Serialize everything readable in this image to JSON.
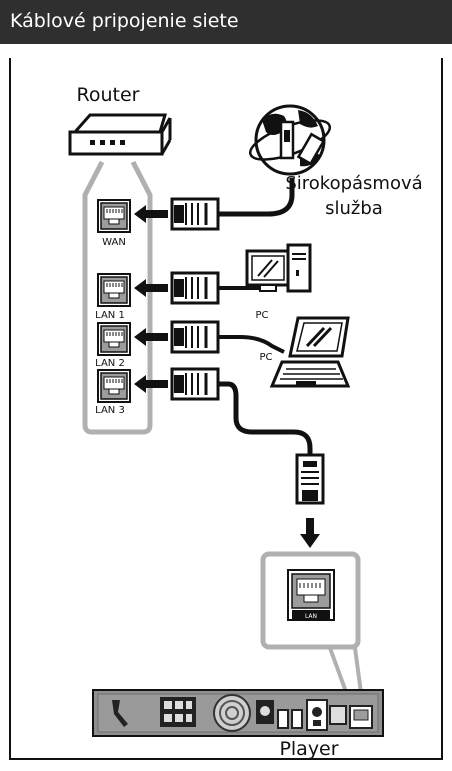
{
  "title": "Káblové pripojenie siete",
  "labels": {
    "router": "Router",
    "broadband_line1": "Širokopásmová",
    "broadband_line2": "služba",
    "wan": "WAN",
    "lan1": "LAN 1",
    "lan2": "LAN 2",
    "lan3": "LAN 3",
    "pc1": "PC",
    "pc2": "PC",
    "player_lan": "LAN",
    "player": "Player"
  },
  "colors": {
    "title_bg": "#2f2f2f",
    "outline": "#111111",
    "group_outline": "#b0b0b0",
    "port_fill": "#9c9c9c",
    "player_body": "#8f8f8f"
  },
  "icons": [
    "router-icon",
    "globe-icon",
    "desktop-pc-icon",
    "laptop-icon",
    "ethernet-plug-icon",
    "arrow-icon",
    "lan-port-icon",
    "player-rear-panel-icon"
  ]
}
